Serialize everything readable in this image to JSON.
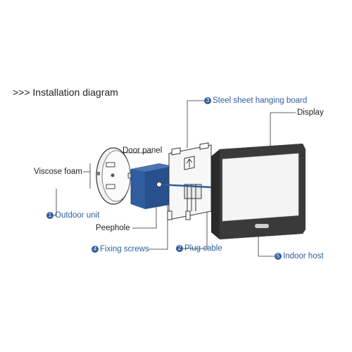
{
  "title": ">>> Installation diagram",
  "labels": {
    "steel_sheet": {
      "num": "3",
      "text": "Steel sheet hanging board"
    },
    "display": "Display",
    "door_panel": "Door panel",
    "viscose_foam": "Viscose foam",
    "outdoor_unit": {
      "num": "1",
      "text": "Outdoor unit"
    },
    "peephole": "Peephole",
    "fixing_screws": {
      "num": "4",
      "text": "Fixing screws"
    },
    "plug_cable": {
      "num": "2",
      "text": "Plug cable"
    },
    "indoor_host": {
      "num": "5",
      "text": "Indoor host"
    }
  },
  "colors": {
    "accent": "#2f5d9e",
    "line": "#333333",
    "panel": "#2f5d9e"
  }
}
